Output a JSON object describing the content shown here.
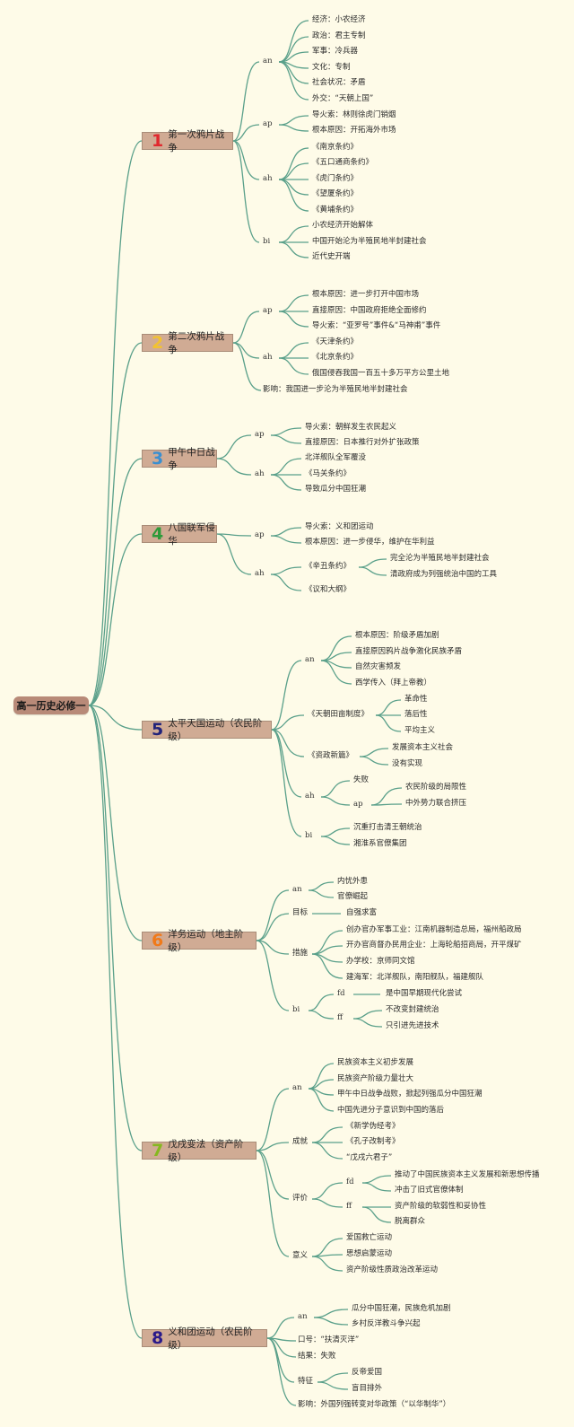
{
  "root": "高一历史必修一",
  "colors": {
    "background": "#fefbe8",
    "link": "#5aa08a",
    "root_box": "#b88a78",
    "topic_box": "#d0ab94"
  },
  "topics": [
    {
      "num": "1",
      "num_color": "#e0282e",
      "label": "第一次鸦片战争",
      "branches": [
        {
          "tag": "an",
          "items": [
            "经济：小农经济",
            "政治：君主专制",
            "军事：冷兵器",
            "文化：专制",
            "社会状况：矛盾",
            "外交：“天朝上国”"
          ]
        },
        {
          "tag": "ap",
          "items": [
            "导火索：林则徐虎门销烟",
            "根本原因：开拓海外市场"
          ]
        },
        {
          "tag": "ah",
          "items": [
            "《南京条约》",
            "《五口通商条约》",
            "《虎门条约》",
            "《望厦条约》",
            "《黄埔条约》"
          ]
        },
        {
          "tag": "bi",
          "items": [
            "小农经济开始解体",
            "中国开始沦为半殖民地半封建社会",
            "近代史开端"
          ]
        }
      ]
    },
    {
      "num": "2",
      "num_color": "#f2c230",
      "label": "第二次鸦片战争",
      "branches": [
        {
          "tag": "ap",
          "items": [
            "根本原因：进一步打开中国市场",
            "直接原因：中国政府拒绝全面修约",
            "导火索：“亚罗号”事件&“马神甫”事件"
          ]
        },
        {
          "tag": "ah",
          "items": [
            "《天津条约》",
            "《北京条约》",
            "俄国侵吞我国一百五十多万平方公里土地"
          ]
        },
        {
          "tag": "",
          "items": [
            "影响：我国进一步沦为半殖民地半封建社会"
          ]
        }
      ]
    },
    {
      "num": "3",
      "num_color": "#3a8fd0",
      "label": "甲午中日战争",
      "branches": [
        {
          "tag": "ap",
          "items": [
            "导火索：朝鲜发生农民起义",
            "直接原因：日本推行对外扩张政策"
          ]
        },
        {
          "tag": "ah",
          "items": [
            "北洋舰队全军覆没",
            "《马关条约》",
            "导致瓜分中国狂潮"
          ]
        }
      ]
    },
    {
      "num": "4",
      "num_color": "#2e9a3a",
      "label": "八国联军侵华",
      "branches": [
        {
          "tag": "ap",
          "items": [
            "导火索：义和团运动",
            "根本原因：进一步侵华，维护在华利益"
          ]
        },
        {
          "tag": "ah",
          "items": [
            "《辛丑条约》",
            "《议和大纲》"
          ],
          "sub": [
            "完全沦为半殖民地半封建社会",
            "清政府成为列强统治中国的工具"
          ]
        }
      ]
    },
    {
      "num": "5",
      "num_color": "#22237a",
      "label": "太平天国运动（农民阶级）",
      "branches": [
        {
          "tag": "an",
          "items": [
            "根本原因：阶级矛盾加剧",
            "直接原因鸦片战争激化民族矛盾",
            "自然灾害频发",
            "西学传入（拜上帝教）"
          ]
        },
        {
          "tag": "《天朝田亩制度》",
          "items": [
            "革命性",
            "落后性",
            "平均主义"
          ]
        },
        {
          "tag": "《资政新篇》",
          "items": [
            "发展资本主义社会",
            "没有实现"
          ]
        },
        {
          "tag": "ah",
          "items": [
            "失败",
            "ap"
          ],
          "sub": [
            "农民阶级的局限性",
            "中外势力联合挤压"
          ]
        },
        {
          "tag": "bi",
          "items": [
            "沉重打击清王朝统治",
            "湘淮系官僚集团"
          ]
        }
      ]
    },
    {
      "num": "6",
      "num_color": "#f07a1a",
      "label": "洋务运动（地主阶级）",
      "branches": [
        {
          "tag": "an",
          "items": [
            "内忧外患",
            "官僚崛起"
          ]
        },
        {
          "tag": "目标",
          "items": [
            "自强求富"
          ]
        },
        {
          "tag": "措施",
          "items": [
            "创办官办军事工业：江南机器制造总局，福州船政局",
            "开办官商督办民用企业：上海轮船招商局，开平煤矿",
            "办学校：京师同文馆",
            "建海军：北洋舰队，南阳舰队，福建舰队"
          ]
        },
        {
          "tag": "bi",
          "items": [
            "fd",
            "ff"
          ],
          "sub_fd": [
            "是中国早期现代化尝试"
          ],
          "sub_ff": [
            "不改变封建统治",
            "只引进先进技术"
          ]
        }
      ]
    },
    {
      "num": "7",
      "num_color": "#86b820",
      "label": "戊戌变法（资产阶级）",
      "branches": [
        {
          "tag": "an",
          "items": [
            "民族资本主义初步发展",
            "民族资产阶级力量壮大",
            "甲午中日战争战败，掀起列强瓜分中国狂潮",
            "中国先进分子意识到中国的落后"
          ]
        },
        {
          "tag": "成就",
          "items": [
            "《新学伪经考》",
            "《孔子改制考》",
            "“戊戌六君子”"
          ]
        },
        {
          "tag": "评价",
          "items": [
            "fd",
            "ff"
          ],
          "sub_fd": [
            "推动了中国民族资本主义发展和新思想传播",
            "冲击了旧式官僚体制"
          ],
          "sub_ff": [
            "资产阶级的软弱性和妥协性",
            "脱离群众"
          ]
        },
        {
          "tag": "意义",
          "items": [
            "爱国救亡运动",
            "思想启蒙运动",
            "资产阶级性质政治改革运动"
          ]
        }
      ]
    },
    {
      "num": "8",
      "num_color": "#2a1a8a",
      "label": "义和团运动（农民阶级）",
      "branches": [
        {
          "tag": "an",
          "items": [
            "瓜分中国狂潮，民族危机加剧",
            "乡村反洋教斗争兴起"
          ]
        },
        {
          "tag": "",
          "items": [
            "口号：“扶清灭洋”"
          ]
        },
        {
          "tag": "",
          "items": [
            "结果：失败"
          ]
        },
        {
          "tag": "特征",
          "items": [
            "反帝爱国",
            "盲目排外"
          ]
        },
        {
          "tag": "",
          "items": [
            "影响：外国列强转变对华政策（“以华制华”）"
          ]
        }
      ]
    }
  ]
}
